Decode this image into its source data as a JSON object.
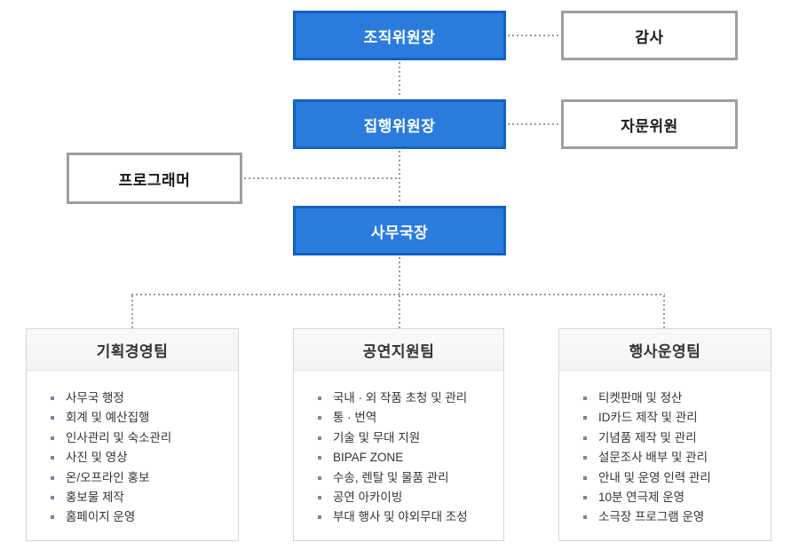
{
  "nodes": {
    "org_chair": {
      "label": "조직위원장"
    },
    "auditor": {
      "label": "감사"
    },
    "exec_chair": {
      "label": "집행위원장"
    },
    "advisor": {
      "label": "자문위원"
    },
    "programmer": {
      "label": "프로그래머"
    },
    "secretary_general": {
      "label": "사무국장"
    }
  },
  "teams": [
    {
      "name": "기획경영팀",
      "items": [
        "사무국 행정",
        "회계 및 예산집행",
        "인사관리 및 숙소관리",
        "사진 및 영상",
        "온/오프라인 홍보",
        "홍보물 제작",
        "홈페이지 운영"
      ]
    },
    {
      "name": "공연지원팀",
      "items": [
        "국내 · 외 작품 초청 및 관리",
        "통 · 번역",
        "기술 및 무대 지원",
        "BIPAF ZONE",
        "수송, 렌탈 및 물품 관리",
        "공연 아카이빙",
        "부대 행사 및 야외무대 조성"
      ]
    },
    {
      "name": "행사운영팀",
      "items": [
        "티켓판매 및 정산",
        "ID카드 제작 및 관리",
        "기념품 제작 및 관리",
        "설문조사 배부 및 관리",
        "안내 및 운영 인력 관리",
        "10분 연극제 운영",
        "소극장 프로그램 운영"
      ]
    }
  ],
  "colors": {
    "primary_node_fill": "#2b7bdd",
    "primary_node_border": "#0f62c0",
    "secondary_node_border": "#9e9e9e",
    "connector": "#9a9a9a",
    "team_header_bg": "#f7f7f7",
    "team_border": "#d6d6d6",
    "bullet": "#837fa1",
    "text": "#333333"
  }
}
